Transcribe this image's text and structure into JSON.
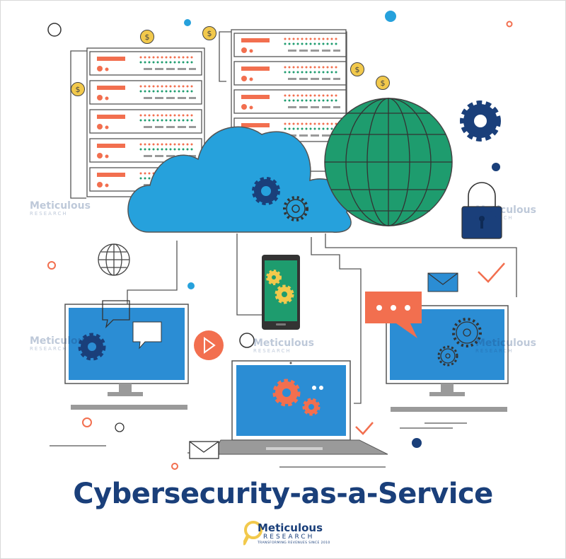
{
  "title": "Cybersecurity-as-a-Service",
  "brand": {
    "name": "Meticulous",
    "sub": "RESEARCH",
    "tagline": "TRANSFORMING REVENUES SINCE 2010"
  },
  "watermark": {
    "name": "Meticulous",
    "sub": "RESEARCH"
  },
  "colors": {
    "navy": "#1a3f7a",
    "cloud": "#26a1dc",
    "globe": "#1e9c6e",
    "orange": "#f26f4f",
    "gold": "#f2c94c",
    "screen": "#2b8dd4",
    "gray": "#9a9a9a"
  },
  "icons": [
    "dollar-icon",
    "gear-icon",
    "padlock-icon",
    "globe-icon",
    "play-icon",
    "envelope-icon",
    "checkmark-icon",
    "chat-bubble-icon"
  ]
}
